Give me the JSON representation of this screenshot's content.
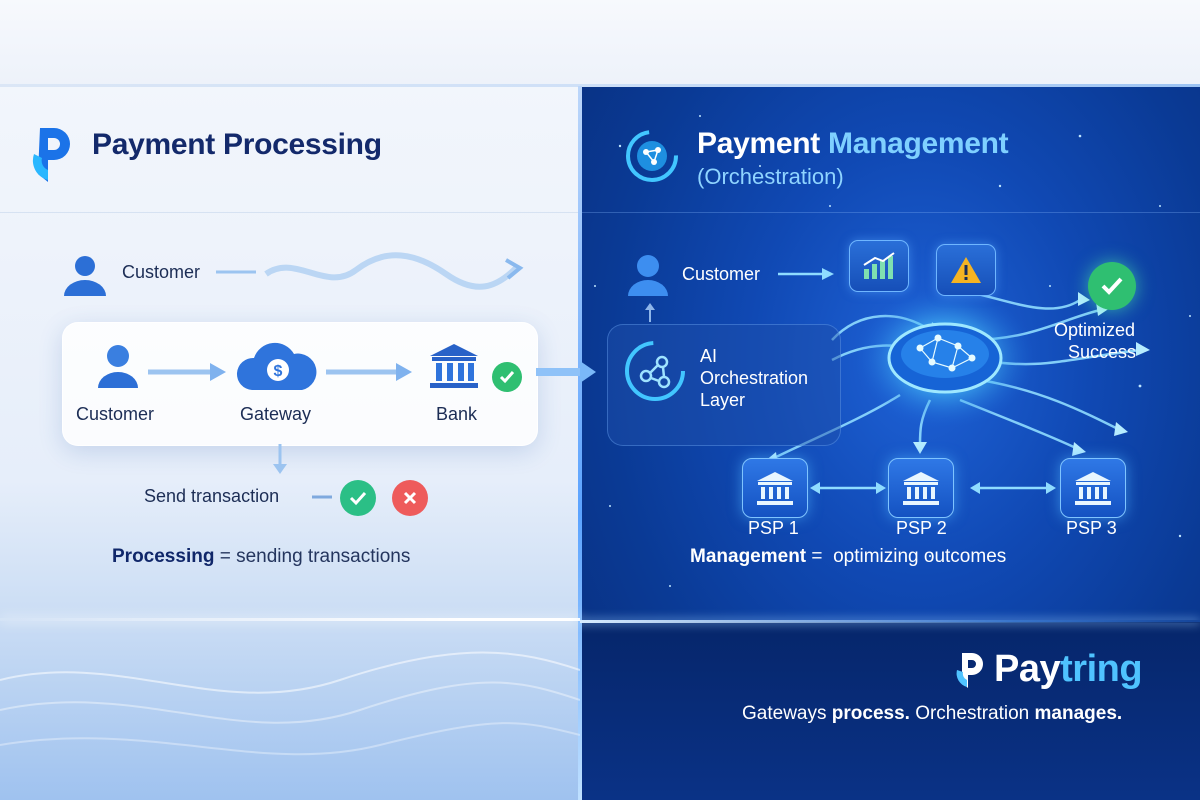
{
  "left": {
    "title": "Payment Processing",
    "top_flow": {
      "customer": "Customer"
    },
    "flow_card": {
      "customer": "Customer",
      "gateway": "Gateway",
      "bank": "Bank"
    },
    "send_label": "Send transaction",
    "summary": {
      "bold": "Processing",
      "rest": " = sending transactions"
    }
  },
  "right": {
    "title_main": "Payment ",
    "title_highlight": "Management",
    "subtitle": "(Orchestration)",
    "customer": "Customer",
    "ai_layer": [
      "AI",
      "Orchestration",
      "Layer"
    ],
    "outcome": [
      "Optimized",
      "Success"
    ],
    "psps": [
      "PSP 1",
      "PSP 2",
      "PSP 3"
    ],
    "summary": {
      "bold": "Management",
      "rest": " =  optimizing outcomes"
    }
  },
  "brand": {
    "part1": "Pay",
    "part2": "tring"
  },
  "tagline": {
    "a": "Gateways ",
    "b": "process.",
    "c": " Orchestration ",
    "d": "manages."
  },
  "colors": {
    "navy": "#13296b",
    "accent_cyan": "#4fc3ff",
    "success_green": "#2fbf71",
    "error_red": "#ee5b5b",
    "warning_amber": "#f5b323"
  },
  "icons": [
    "paytring-logo-icon",
    "user-icon",
    "cloud-dollar-icon",
    "bank-icon",
    "check-icon",
    "x-icon",
    "orchestration-icon",
    "network-icon",
    "chart-icon",
    "warning-icon"
  ]
}
